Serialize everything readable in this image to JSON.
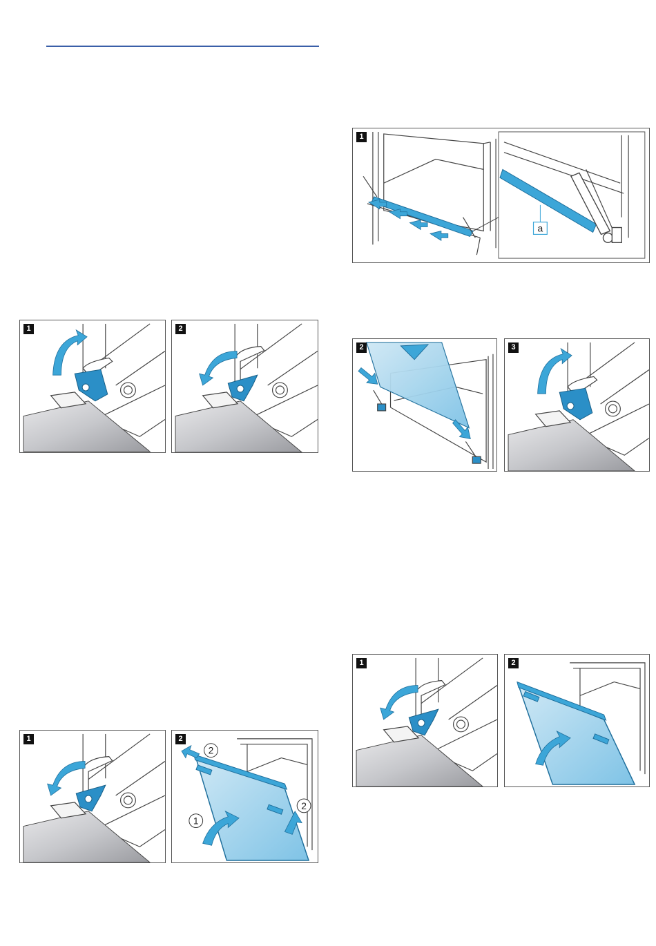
{
  "figures": {
    "fig_a": {
      "step1": "1",
      "label_a": "a"
    },
    "fig_b": {
      "step1": "1",
      "step2": "2"
    },
    "fig_c": {
      "step2": "2",
      "step3": "3"
    },
    "fig_d": {
      "step1": "1",
      "step2": "2",
      "callout1": "1",
      "callout2": "2"
    },
    "fig_e": {
      "step1": "1",
      "step2": "2"
    }
  },
  "colors": {
    "accent": "#3ca6d8",
    "hinge": "#2b8fc7",
    "line": "#444444",
    "rule": "#3a5fa8"
  }
}
